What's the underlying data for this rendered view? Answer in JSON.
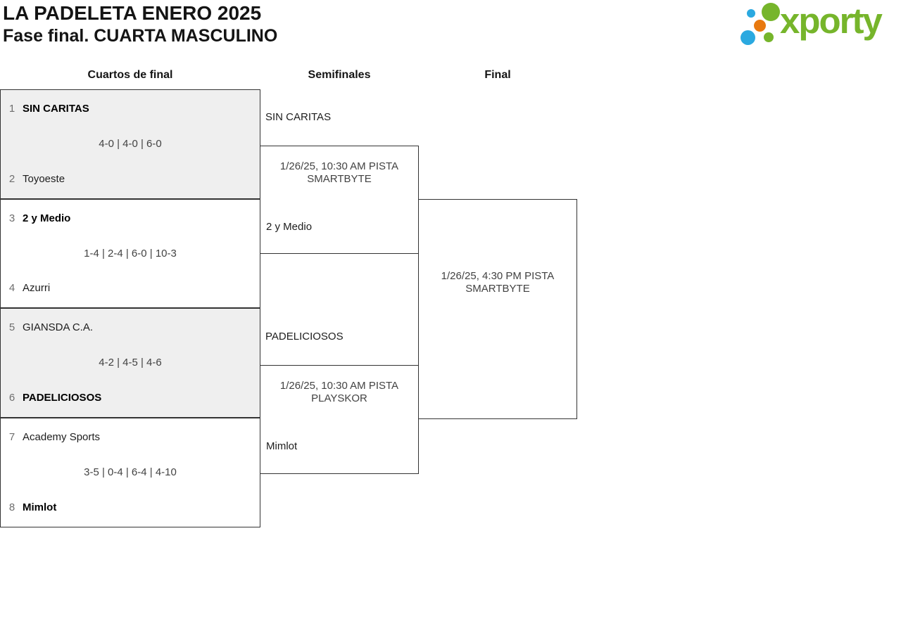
{
  "header": {
    "title_line1": "LA PADELETA ENERO 2025",
    "title_line2": "Fase final. CUARTA MASCULINO",
    "logo_text": "xporty"
  },
  "colors": {
    "logo_green": "#76b52b",
    "logo_blue": "#2ba9e0",
    "logo_orange": "#e8790f",
    "match_fill_gray": "#efefef",
    "border": "#333333"
  },
  "columns": [
    {
      "label": "Cuartos de final"
    },
    {
      "label": "Semifinales"
    },
    {
      "label": "Final"
    }
  ],
  "quarterfinals": [
    {
      "team1_seed": "1",
      "team1": "SIN CARITAS",
      "team1_winner": true,
      "score": "4-0 | 4-0 | 6-0",
      "team2_seed": "2",
      "team2": "Toyoeste",
      "team2_winner": false
    },
    {
      "team1_seed": "3",
      "team1": "2 y Medio",
      "team1_winner": true,
      "score": "1-4 | 2-4 | 6-0 | 10-3",
      "team2_seed": "4",
      "team2": "Azurri",
      "team2_winner": false
    },
    {
      "team1_seed": "5",
      "team1": "GIANSDA C.A.",
      "team1_winner": false,
      "score": "4-2 | 4-5 | 4-6",
      "team2_seed": "6",
      "team2": "PADELICIOSOS",
      "team2_winner": true
    },
    {
      "team1_seed": "7",
      "team1": "Academy Sports",
      "team1_winner": false,
      "score": "3-5 | 0-4 | 6-4 | 4-10",
      "team2_seed": "8",
      "team2": "Mimlot",
      "team2_winner": true
    }
  ],
  "semifinals": [
    {
      "team1": "SIN CARITAS",
      "schedule": "1/26/25, 10:30 AM PISTA SMARTBYTE",
      "team2": "2 y Medio"
    },
    {
      "team1": "PADELICIOSOS",
      "schedule": "1/26/25, 10:30 AM PISTA PLAYSKOR",
      "team2": "Mimlot"
    }
  ],
  "final": {
    "schedule": "1/26/25, 4:30 PM PISTA SMARTBYTE"
  }
}
